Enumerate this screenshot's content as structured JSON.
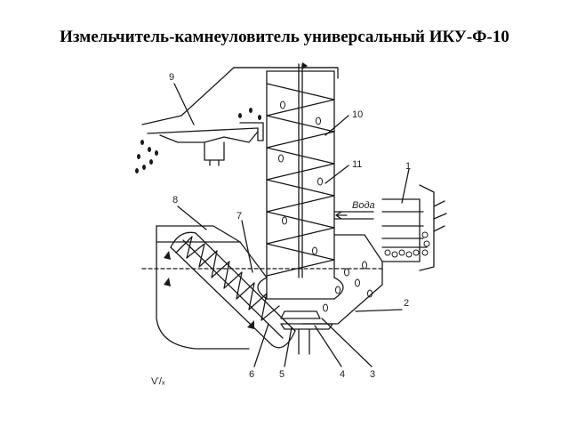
{
  "slide": {
    "title": "Измельчитель-камнеуловитель универсальный ИКУ-Ф-10"
  },
  "diagram": {
    "callouts": [
      "1",
      "2",
      "3",
      "4",
      "5",
      "6",
      "7",
      "8",
      "9",
      "10",
      "11"
    ],
    "water_label": "Вода",
    "corner_mark": "Ѵ/ₓ"
  }
}
